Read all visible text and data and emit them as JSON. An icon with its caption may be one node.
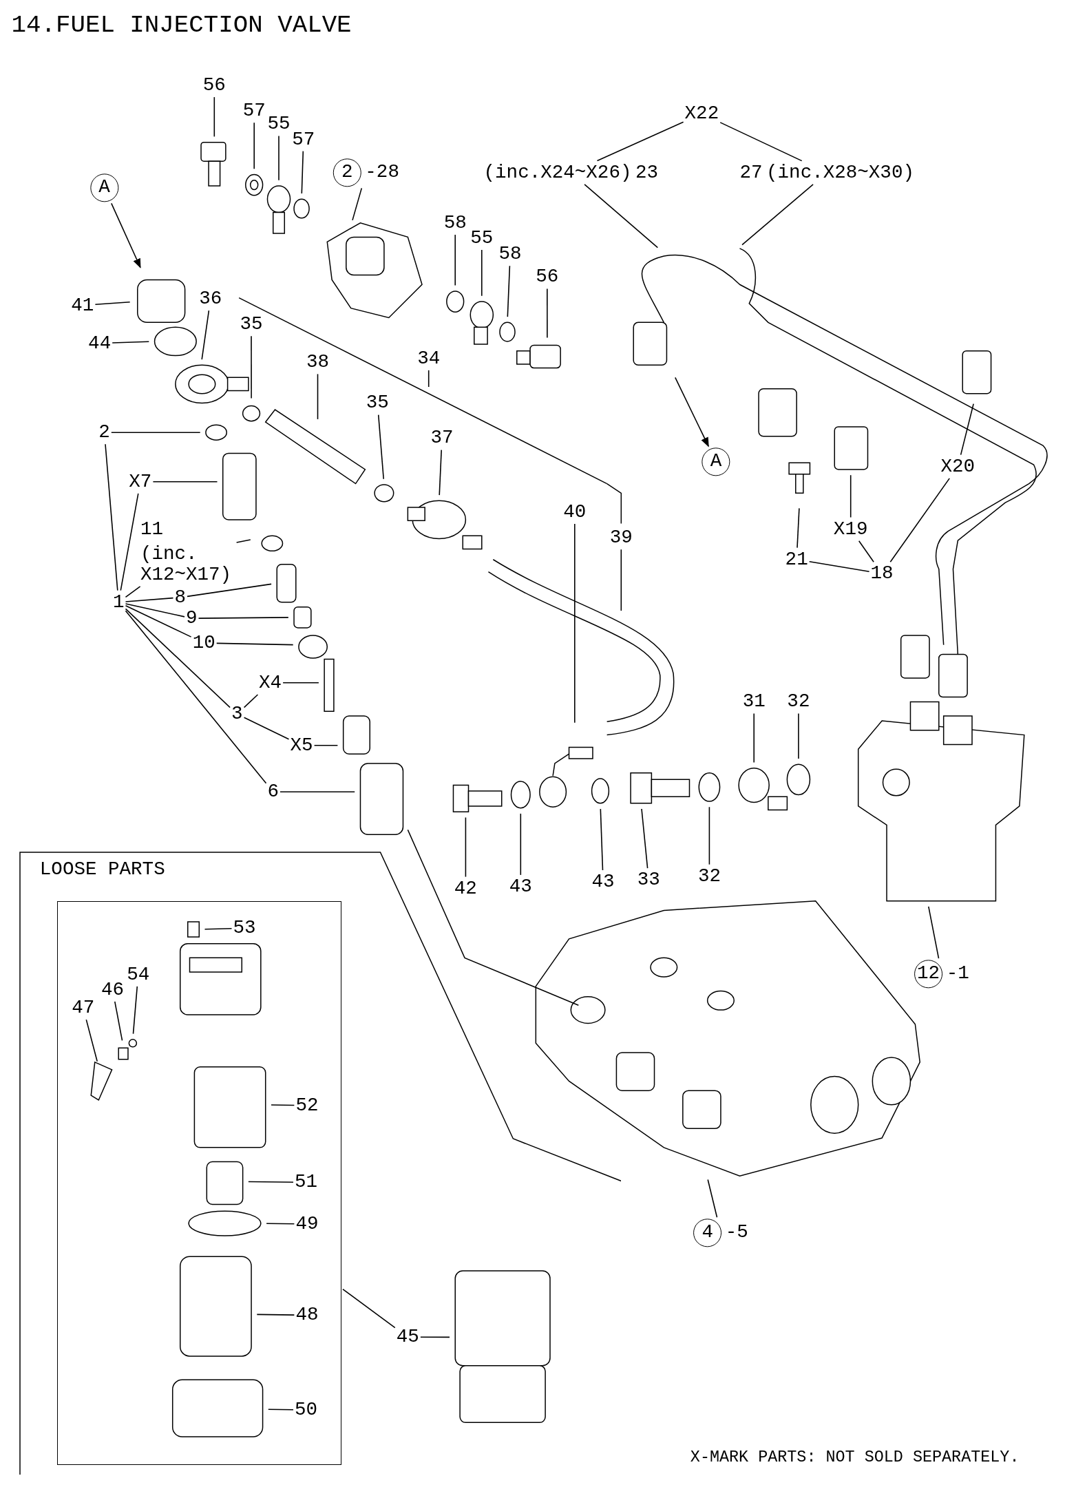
{
  "diagram": {
    "title": "14.FUEL INJECTION VALVE",
    "nodes": [
      {
        "text": [
          "A"
        ]
      },
      {
        "text": [
          "56"
        ]
      },
      {
        "text": [
          "57"
        ]
      },
      {
        "text": [
          "55"
        ]
      },
      {
        "text": [
          "57"
        ]
      },
      {
        "text": [
          "2"
        ],
        "beside": [
          "-28"
        ]
      },
      {
        "text": [
          "X22"
        ]
      },
      {
        "text": [
          "23"
        ],
        "beside": [
          "(inc.X24~X26)"
        ]
      },
      {
        "text": [
          "27"
        ],
        "beside": [
          "(inc.X28~X30)"
        ]
      },
      {
        "text": [
          "58"
        ]
      },
      {
        "text": [
          "55"
        ]
      },
      {
        "text": [
          "58"
        ]
      },
      {
        "text": [
          "56"
        ]
      },
      {
        "text": [
          "41"
        ]
      },
      {
        "text": [
          "36"
        ]
      },
      {
        "text": [
          "35"
        ]
      },
      {
        "text": [
          "44"
        ]
      },
      {
        "text": [
          "34"
        ]
      },
      {
        "text": [
          "38"
        ]
      },
      {
        "text": [
          "35"
        ]
      },
      {
        "text": [
          "2"
        ]
      },
      {
        "text": [
          "37"
        ]
      },
      {
        "text": [
          "A"
        ]
      },
      {
        "text": [
          "X20"
        ]
      },
      {
        "text": [
          "X7"
        ]
      },
      {
        "text": [
          "40"
        ]
      },
      {
        "text": [
          "11"
        ],
        "beside": [
          "(inc. X12~X17)"
        ]
      },
      {
        "text": [
          "X19"
        ]
      },
      {
        "text": [
          "39"
        ]
      },
      {
        "text": [
          "21"
        ]
      },
      {
        "text": [
          "18"
        ]
      },
      {
        "text": [
          "8"
        ]
      },
      {
        "text": [
          "1"
        ]
      },
      {
        "text": [
          "9"
        ]
      },
      {
        "text": [
          "10"
        ]
      },
      {
        "text": [
          "X4"
        ]
      },
      {
        "text": [
          "31"
        ]
      },
      {
        "text": [
          "32"
        ]
      },
      {
        "text": [
          "3"
        ]
      },
      {
        "text": [
          "X5"
        ]
      },
      {
        "text": [
          "6"
        ]
      },
      {
        "text": [
          "LOOSE PARTS"
        ]
      },
      {
        "text": [],
        "shape": "box",
        "in": 41
      },
      {
        "text": [
          "42"
        ]
      },
      {
        "text": [
          "43"
        ]
      },
      {
        "text": [
          "43"
        ]
      },
      {
        "text": [
          "33"
        ]
      },
      {
        "text": [
          "32"
        ]
      },
      {
        "text": [
          "53"
        ],
        "in": 42
      },
      {
        "text": [
          "12"
        ],
        "beside": [
          "-1"
        ]
      },
      {
        "text": [
          "54"
        ],
        "in": 42
      },
      {
        "text": [
          "46"
        ],
        "in": 42
      },
      {
        "text": [
          "47"
        ],
        "in": 42
      },
      {
        "text": [
          "52"
        ],
        "in": 42
      },
      {
        "text": [
          "51"
        ],
        "in": 42
      },
      {
        "text": [
          "49"
        ],
        "in": 42
      },
      {
        "text": [
          "4"
        ],
        "beside": [
          "-5"
        ]
      },
      {
        "text": [
          "48"
        ],
        "in": 42
      },
      {
        "text": [
          "45"
        ],
        "in": 41
      },
      {
        "text": [
          "50"
        ],
        "in": 42
      }
    ],
    "edges": [
      {
        "from": 0,
        "to": null,
        "arrow": "to"
      },
      {
        "from": 1,
        "to": null,
        "arrow": "none"
      },
      {
        "from": 2,
        "to": null,
        "arrow": "none"
      },
      {
        "from": 3,
        "to": null,
        "arrow": "none"
      },
      {
        "from": 4,
        "to": null,
        "arrow": "none"
      },
      {
        "from": 5,
        "to": null,
        "arrow": "none"
      },
      {
        "from": 6,
        "to": 7,
        "arrow": "none"
      },
      {
        "from": 6,
        "to": 8,
        "arrow": "none"
      },
      {
        "from": 7,
        "to": null,
        "arrow": "none"
      },
      {
        "from": 8,
        "to": null,
        "arrow": "none"
      },
      {
        "from": 9,
        "to": null,
        "arrow": "none"
      },
      {
        "from": 10,
        "to": null,
        "arrow": "none"
      },
      {
        "from": 11,
        "to": null,
        "arrow": "none"
      },
      {
        "from": 12,
        "to": null,
        "arrow": "none"
      },
      {
        "from": 13,
        "to": null,
        "arrow": "none"
      },
      {
        "from": 14,
        "to": null,
        "arrow": "none"
      },
      {
        "from": 15,
        "to": null,
        "arrow": "none"
      },
      {
        "from": 16,
        "to": null,
        "arrow": "none"
      },
      {
        "from": 17,
        "to": null,
        "arrow": "none"
      },
      {
        "from": 18,
        "to": null,
        "arrow": "none"
      },
      {
        "from": 19,
        "to": null,
        "arrow": "none"
      },
      {
        "from": 20,
        "to": null,
        "arrow": "none"
      },
      {
        "from": 21,
        "to": null,
        "arrow": "none"
      },
      {
        "from": null,
        "to": 22,
        "arrow": "to"
      },
      {
        "from": 23,
        "to": null,
        "arrow": "none"
      },
      {
        "from": 24,
        "to": null,
        "arrow": "none"
      },
      {
        "from": 25,
        "to": null,
        "arrow": "none"
      },
      {
        "from": 26,
        "to": null,
        "arrow": "none"
      },
      {
        "from": 27,
        "to": null,
        "arrow": "none"
      },
      {
        "from": 28,
        "to": null,
        "arrow": "none"
      },
      {
        "from": 29,
        "to": null,
        "arrow": "none"
      },
      {
        "from": 30,
        "to": 29,
        "arrow": "none"
      },
      {
        "from": 30,
        "to": 27,
        "arrow": "none"
      },
      {
        "from": 30,
        "to": 23,
        "arrow": "none"
      },
      {
        "from": 31,
        "to": null,
        "arrow": "none"
      },
      {
        "from": 32,
        "to": 20,
        "arrow": "none"
      },
      {
        "from": 32,
        "to": 24,
        "arrow": "none"
      },
      {
        "from": 32,
        "to": 26,
        "arrow": "none"
      },
      {
        "from": 32,
        "to": 31,
        "arrow": "none"
      },
      {
        "from": 32,
        "to": 33,
        "arrow": "none"
      },
      {
        "from": 32,
        "to": 34,
        "arrow": "none"
      },
      {
        "from": 32,
        "to": 38,
        "arrow": "none"
      },
      {
        "from": 32,
        "to": 40,
        "arrow": "none"
      },
      {
        "from": 33,
        "to": null,
        "arrow": "none"
      },
      {
        "from": 34,
        "to": null,
        "arrow": "none"
      },
      {
        "from": 35,
        "to": null,
        "arrow": "none"
      },
      {
        "from": 36,
        "to": null,
        "arrow": "none"
      },
      {
        "from": 37,
        "to": null,
        "arrow": "none"
      },
      {
        "from": 38,
        "to": 35,
        "arrow": "none"
      },
      {
        "from": 38,
        "to": 39,
        "arrow": "none"
      },
      {
        "from": 39,
        "to": null,
        "arrow": "none"
      },
      {
        "from": 40,
        "to": null,
        "arrow": "none"
      },
      {
        "from": 43,
        "to": null,
        "arrow": "none"
      },
      {
        "from": 44,
        "to": null,
        "arrow": "none"
      },
      {
        "from": 45,
        "to": null,
        "arrow": "none"
      },
      {
        "from": 46,
        "to": null,
        "arrow": "none"
      },
      {
        "from": 47,
        "to": null,
        "arrow": "none"
      },
      {
        "from": 48,
        "to": null,
        "arrow": "none"
      },
      {
        "from": 49,
        "to": null,
        "arrow": "none"
      },
      {
        "from": 50,
        "to": null,
        "arrow": "none"
      },
      {
        "from": 51,
        "to": null,
        "arrow": "none"
      },
      {
        "from": 52,
        "to": null,
        "arrow": "none"
      },
      {
        "from": 53,
        "to": null,
        "arrow": "none"
      },
      {
        "from": 54,
        "to": null,
        "arrow": "none"
      },
      {
        "from": 55,
        "to": null,
        "arrow": "none"
      },
      {
        "from": 56,
        "to": null,
        "arrow": "none"
      },
      {
        "from": 57,
        "to": null,
        "arrow": "none"
      },
      {
        "from": 58,
        "to": null,
        "arrow": "none"
      },
      {
        "from": 58,
        "to": 42,
        "arrow": "none"
      },
      {
        "from": 59,
        "to": null,
        "arrow": "none"
      }
    ],
    "labels": [
      "X-MARK PARTS: NOT SOLD SEPARATELY."
    ]
  }
}
